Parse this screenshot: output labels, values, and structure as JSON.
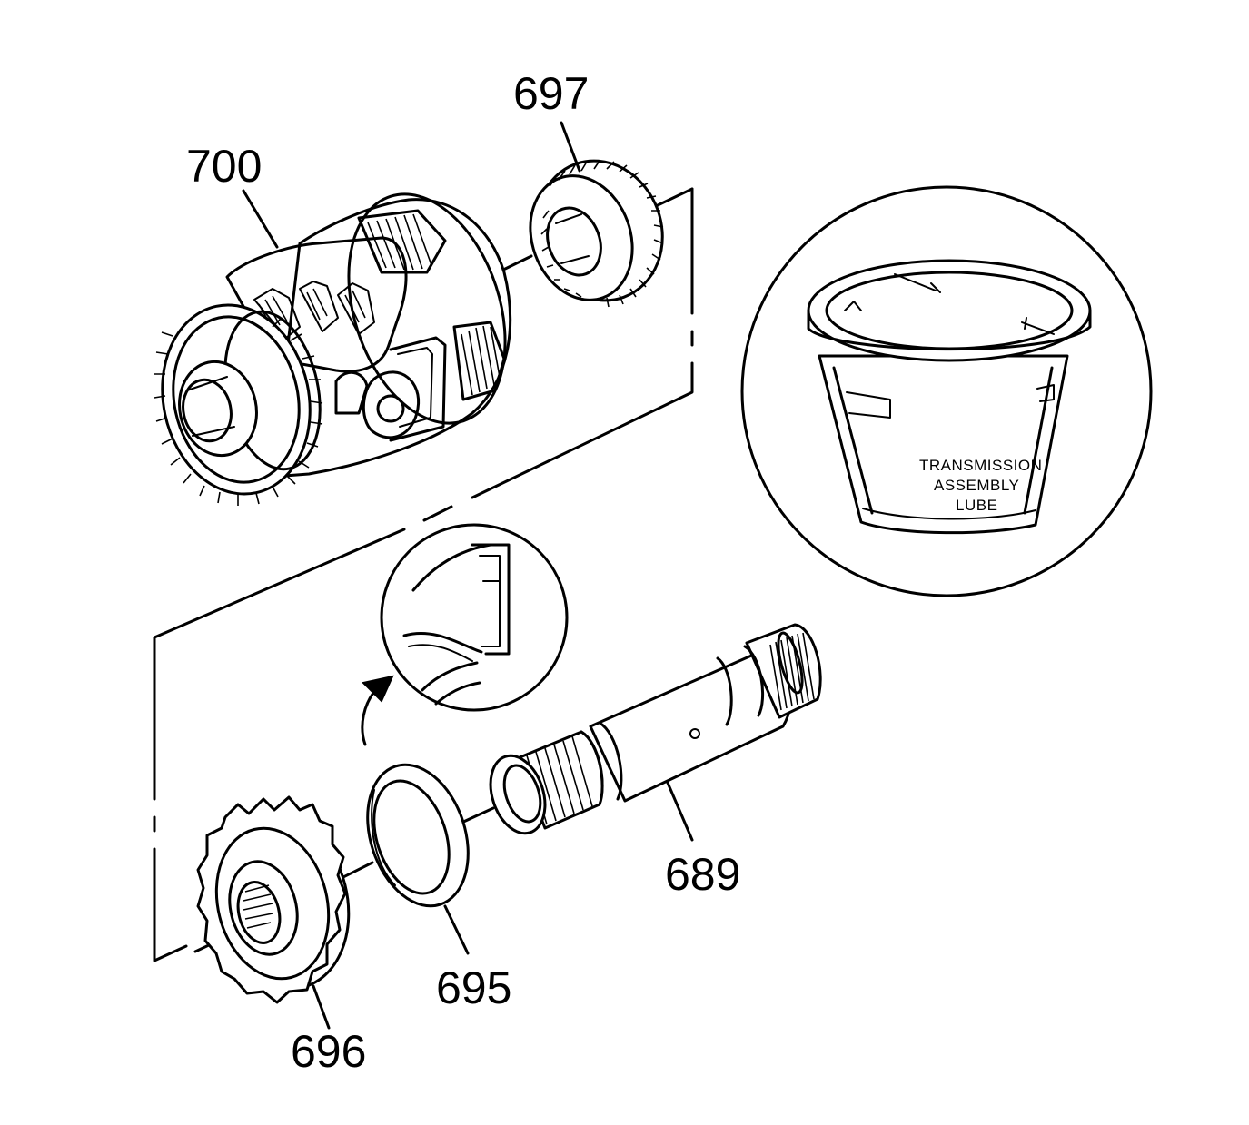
{
  "callouts": {
    "part_700": "700",
    "part_697": "697",
    "part_689": "689",
    "part_695": "695",
    "part_696": "696"
  },
  "lube_container": {
    "label_line1": "TRANSMISSION",
    "label_line2": "ASSEMBLY",
    "label_line3": "LUBE"
  }
}
